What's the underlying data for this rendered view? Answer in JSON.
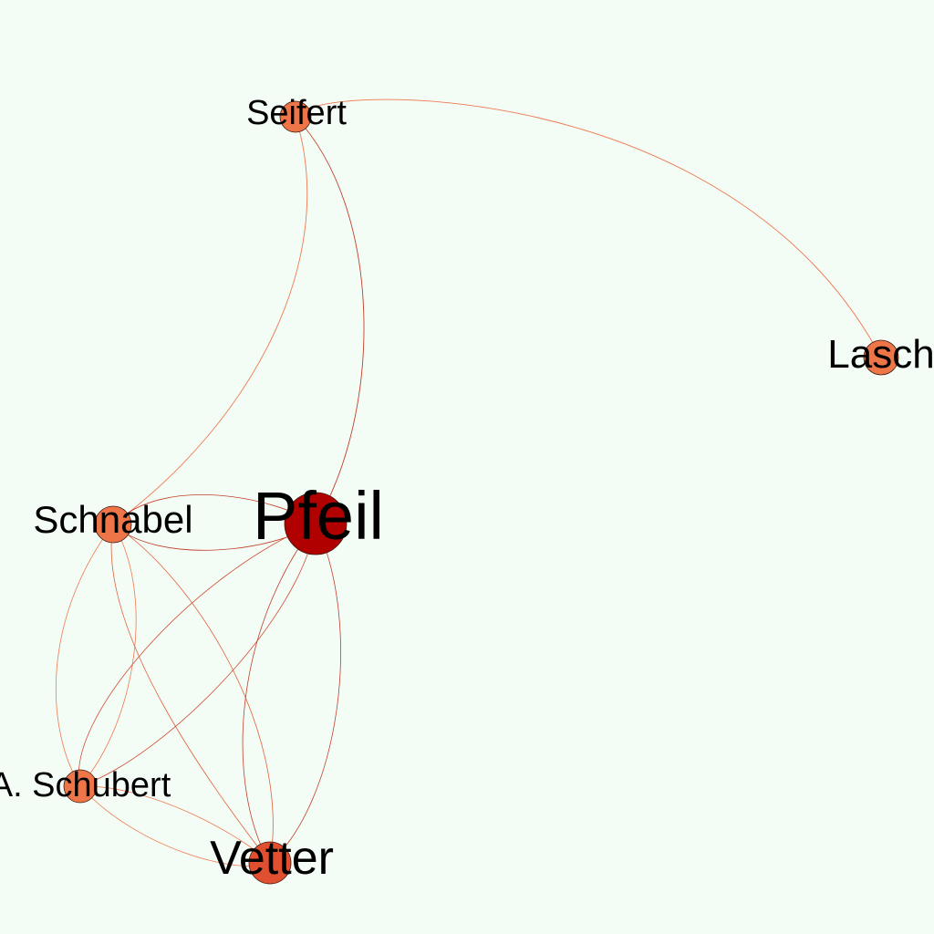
{
  "graph": {
    "colors": {
      "background": "#f4fcf6",
      "node_hub": "#b00000",
      "node_mid": "#e05030",
      "node_low": "#ee7548",
      "edge_strong": "#c0402a",
      "edge_weak": "#ee7a50"
    },
    "nodes": [
      {
        "id": "pfeil",
        "label": "Pfeil",
        "color": "#b00000"
      },
      {
        "id": "vetter",
        "label": "Vetter",
        "color": "#e05030"
      },
      {
        "id": "seifert",
        "label": "Seifert",
        "color": "#ee7548"
      },
      {
        "id": "lasch",
        "label": "Lasch",
        "color": "#ee7548"
      },
      {
        "id": "schnabel",
        "label": "Schnabel",
        "color": "#ee7548"
      },
      {
        "id": "schubert",
        "label": "A. Schubert",
        "color": "#ee7548"
      }
    ],
    "edges": [
      {
        "source": "seifert",
        "target": "lasch"
      },
      {
        "source": "seifert",
        "target": "schnabel"
      },
      {
        "source": "seifert",
        "target": "pfeil"
      },
      {
        "source": "schnabel",
        "target": "pfeil"
      },
      {
        "source": "schnabel",
        "target": "schubert"
      },
      {
        "source": "schnabel",
        "target": "vetter"
      },
      {
        "source": "pfeil",
        "target": "schubert"
      },
      {
        "source": "pfeil",
        "target": "vetter"
      },
      {
        "source": "schubert",
        "target": "vetter"
      }
    ]
  }
}
